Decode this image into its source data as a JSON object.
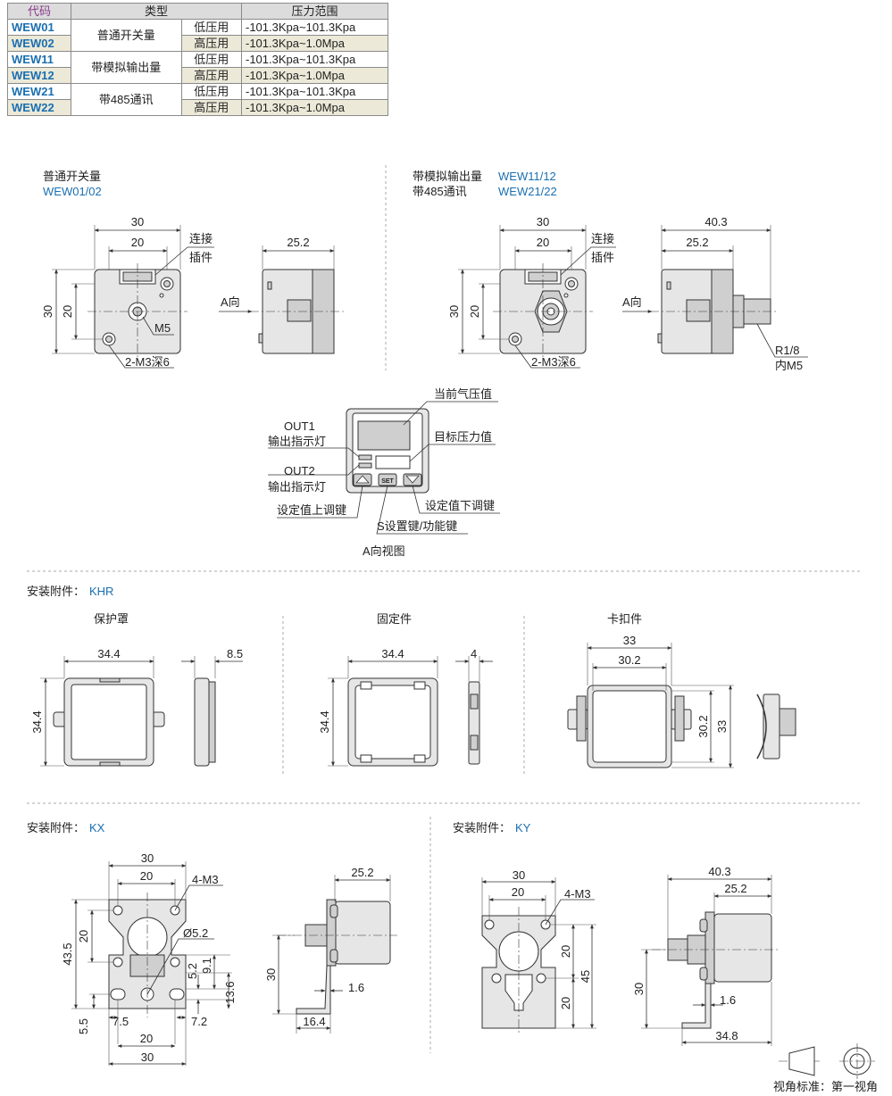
{
  "table": {
    "headers": {
      "code": "代码",
      "type": "类型",
      "range": "压力范围"
    },
    "rows": [
      {
        "code": "WEW01",
        "type": "普通开关量",
        "sub": "低压用",
        "range": "-101.3Kpa~101.3Kpa"
      },
      {
        "code": "WEW02",
        "type": "",
        "sub": "高压用",
        "range": "-101.3Kpa~1.0Mpa"
      },
      {
        "code": "WEW11",
        "type": "带模拟输出量",
        "sub": "低压用",
        "range": "-101.3Kpa~101.3Kpa"
      },
      {
        "code": "WEW12",
        "type": "",
        "sub": "高压用",
        "range": "-101.3Kpa~1.0Mpa"
      },
      {
        "code": "WEW21",
        "type": "带485通讯",
        "sub": "低压用",
        "range": "-101.3Kpa~101.3Kpa"
      },
      {
        "code": "WEW22",
        "type": "",
        "sub": "高压用",
        "range": "-101.3Kpa~1.0Mpa"
      }
    ]
  },
  "sec1": {
    "title": "普通开关量",
    "codes": "WEW01/02",
    "dims": {
      "w30": "30",
      "w20": "20",
      "h30": "30",
      "h20": "20",
      "side": "25.2"
    },
    "labels": {
      "conn1": "连接",
      "conn2": "插件",
      "m5": "M5",
      "m3": "2-M3深6",
      "a_dir": "A向"
    }
  },
  "sec2": {
    "title1": "带模拟输出量",
    "codes1": "WEW11/12",
    "title2": "带485通讯",
    "codes2": "WEW21/22",
    "dims": {
      "w30": "30",
      "w20": "20",
      "h30": "30",
      "h20": "20",
      "side_total": "40.3",
      "side": "25.2"
    },
    "labels": {
      "conn1": "连接",
      "conn2": "插件",
      "m3": "2-M3深6",
      "a_dir": "A向",
      "r18": "R1/8",
      "m5": "内M5"
    }
  },
  "panel": {
    "current": "当前气压值",
    "target": "目标压力值",
    "out1": "OUT1",
    "out1_desc": "输出指示灯",
    "out2": "OUT2",
    "out2_desc": "输出指示灯",
    "up_key": "设定值上调键",
    "down_key": "设定值下调键",
    "set_key": "S设置键/功能键",
    "set_label": "SET",
    "view": "A向视图"
  },
  "khr": {
    "prefix": "安装附件：",
    "code": "KHR",
    "cover": {
      "title": "保护罩",
      "w": "34.4",
      "h": "34.4",
      "d": "8.5"
    },
    "fix": {
      "title": "固定件",
      "w": "34.4",
      "h": "34.4",
      "d": "4"
    },
    "clip": {
      "title": "卡扣件",
      "w": "33",
      "w2": "30.2",
      "h": "33",
      "h2": "30.2"
    }
  },
  "kx": {
    "prefix": "安装附件：",
    "code": "KX",
    "dims": {
      "w30": "30",
      "w20": "20",
      "m3": "4-M3",
      "h43": "43.5",
      "h20": "20",
      "d52": "Ø5.2",
      "h52": "5.2",
      "h91": "9.1",
      "h136": "13.6",
      "b55": "5.5",
      "b75": "7.5",
      "b72": "7.2",
      "b20": "20",
      "b30": "30"
    },
    "side": {
      "w": "25.2",
      "h": "30",
      "t": "1.6",
      "l": "16.4"
    }
  },
  "ky": {
    "prefix": "安装附件：",
    "code": "KY",
    "dims": {
      "w30": "30",
      "w20": "20",
      "m3": "4-M3",
      "h20a": "20",
      "h45": "45",
      "h20b": "20"
    },
    "side": {
      "total": "40.3",
      "w": "25.2",
      "h": "30",
      "t": "1.6",
      "l": "34.8"
    }
  },
  "footer": "视角标准：第一视角"
}
